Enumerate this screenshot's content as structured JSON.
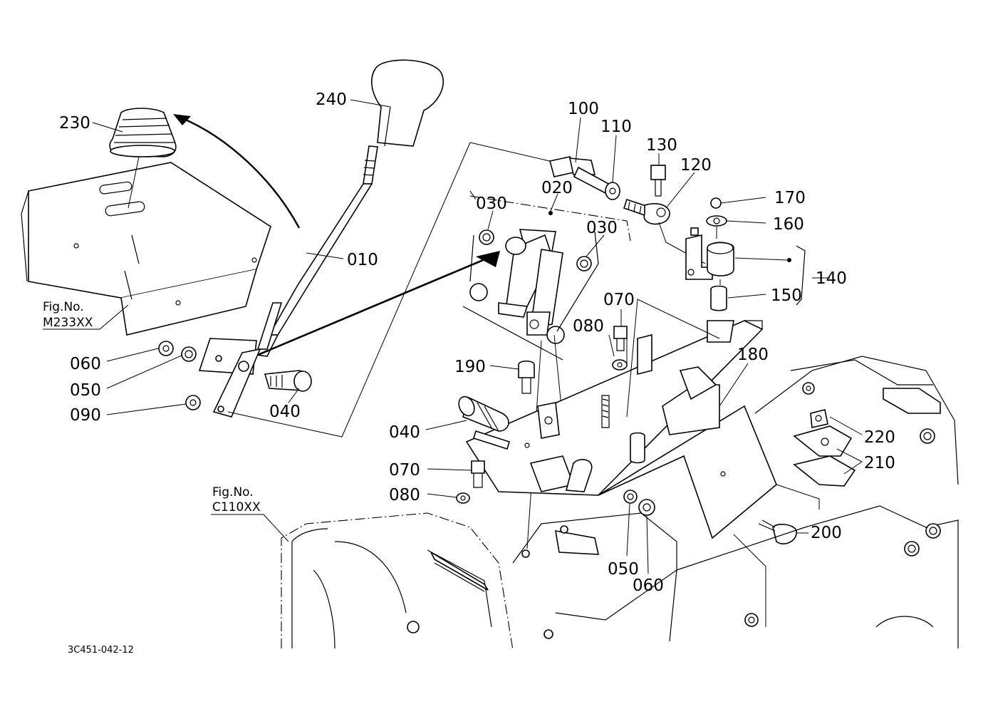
{
  "diagram": {
    "drawing_code": "3C451-042-12",
    "references": [
      {
        "id": "ref-m233",
        "line1": "Fig.No.",
        "line2": "M233XX"
      },
      {
        "id": "ref-c110",
        "line1": "Fig.No.",
        "line2": "C110XX"
      }
    ],
    "labels": [
      {
        "id": "240",
        "text": "240"
      },
      {
        "id": "230",
        "text": "230"
      },
      {
        "id": "010",
        "text": "010"
      },
      {
        "id": "060a",
        "text": "060"
      },
      {
        "id": "050a",
        "text": "050"
      },
      {
        "id": "090",
        "text": "090"
      },
      {
        "id": "040a",
        "text": "040"
      },
      {
        "id": "100",
        "text": "100"
      },
      {
        "id": "110",
        "text": "110"
      },
      {
        "id": "130",
        "text": "130"
      },
      {
        "id": "120",
        "text": "120"
      },
      {
        "id": "020",
        "text": "020"
      },
      {
        "id": "030a",
        "text": "030"
      },
      {
        "id": "030b",
        "text": "030"
      },
      {
        "id": "170",
        "text": "170"
      },
      {
        "id": "160",
        "text": "160"
      },
      {
        "id": "140",
        "text": "140"
      },
      {
        "id": "150",
        "text": "150"
      },
      {
        "id": "070a",
        "text": "070"
      },
      {
        "id": "080a",
        "text": "080"
      },
      {
        "id": "180",
        "text": "180"
      },
      {
        "id": "190",
        "text": "190"
      },
      {
        "id": "040b",
        "text": "040"
      },
      {
        "id": "070b",
        "text": "070"
      },
      {
        "id": "080b",
        "text": "080"
      },
      {
        "id": "220",
        "text": "220"
      },
      {
        "id": "210",
        "text": "210"
      },
      {
        "id": "200",
        "text": "200"
      },
      {
        "id": "050b",
        "text": "050"
      },
      {
        "id": "060b",
        "text": "060"
      }
    ]
  }
}
